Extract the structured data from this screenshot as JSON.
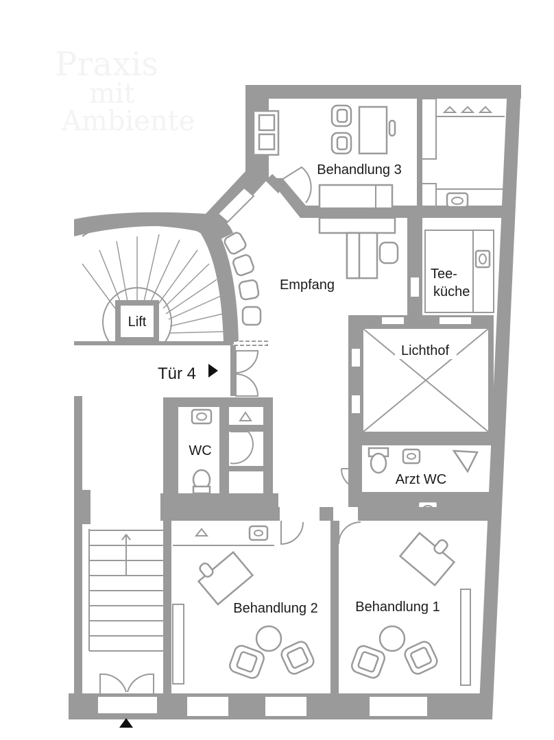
{
  "watermark": [
    "Praxis",
    "mit",
    "Ambiente"
  ],
  "rooms": {
    "behandlung3": "Behandlung 3",
    "empfang": "Empfang",
    "teekueche_line1": "Tee-",
    "teekueche_line2": "küche",
    "lift": "Lift",
    "tuer4": "Tür 4",
    "lichthof": "Lichthof",
    "wc": "WC",
    "arzt_wc": "Arzt WC",
    "behandlung2": "Behandlung 2",
    "behandlung1": "Behandlung 1"
  },
  "colors": {
    "wall": "#9a9a9a",
    "text": "#1a1a1a",
    "background": "#ffffff"
  },
  "icons": [
    "entrance-arrow-icon",
    "door-arrow-icon",
    "coat-hanger-icon",
    "sink-icon",
    "toilet-icon",
    "armchair-icon"
  ]
}
